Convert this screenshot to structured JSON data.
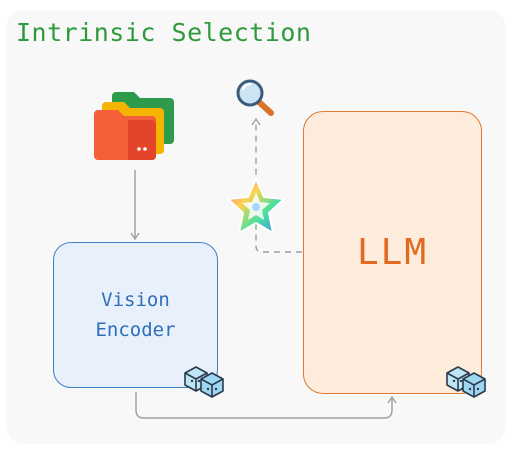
{
  "title": "Intrinsic Selection",
  "vision_encoder": {
    "line1": "Vision",
    "line2": "Encoder"
  },
  "llm": {
    "label": "LLM"
  },
  "icons": [
    "folders-icon",
    "magnifier-icon",
    "sparkle-star-icon",
    "frozen-cubes-icon"
  ],
  "colors": {
    "title": "#2f9a3c",
    "vision_border": "#3f7fc4",
    "vision_fill": "#e8f1fb",
    "llm_border": "#e07a32",
    "llm_fill": "#fdebdc",
    "arrows": "#9aa0a6"
  }
}
